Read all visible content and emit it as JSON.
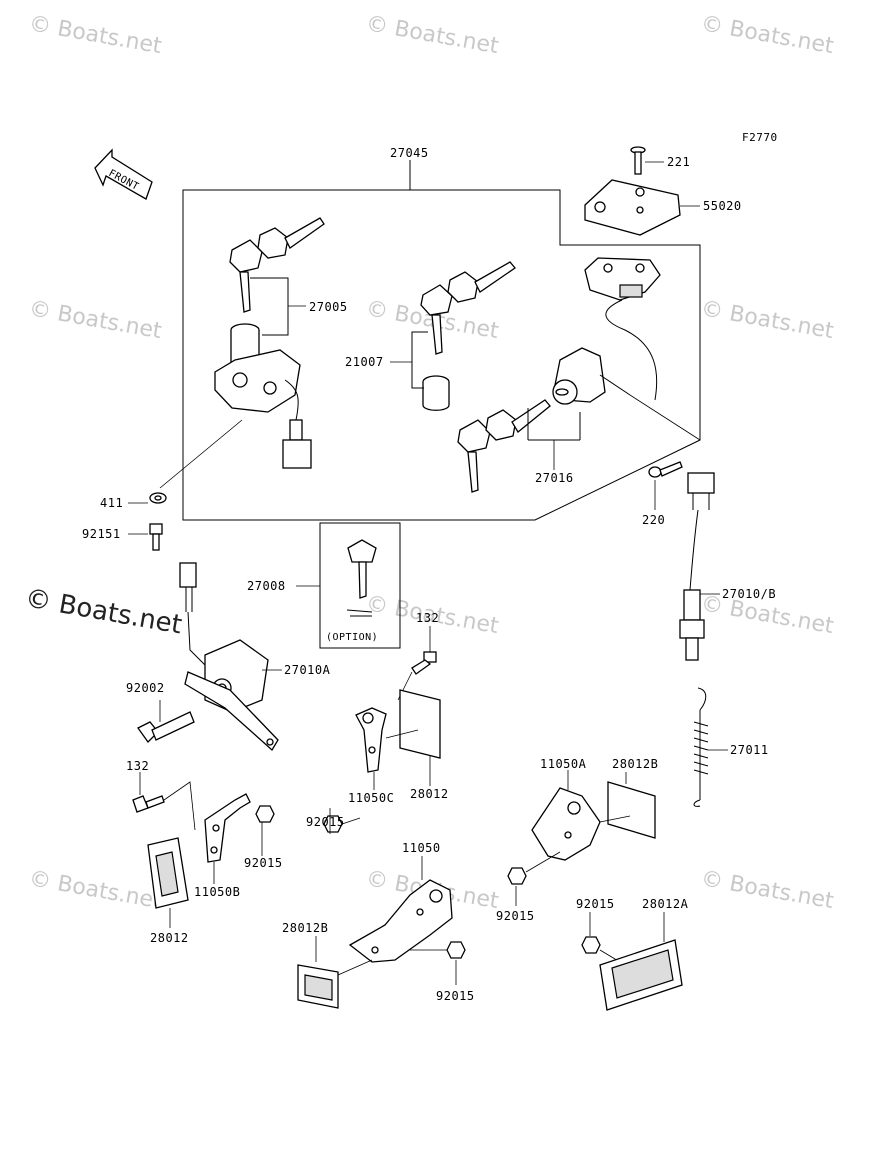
{
  "figure_code": "F2770",
  "front_arrow_label": "FRONT",
  "option_label": "(OPTION)",
  "watermark": {
    "text": "© Boats.net",
    "prominent_text": "© Boats.net"
  },
  "callouts": {
    "c27045": "27045",
    "c221": "221",
    "c55020": "55020",
    "c27005": "27005",
    "c21007": "21007",
    "c27016": "27016",
    "c411": "411",
    "c92151": "92151",
    "c220": "220",
    "c27008": "27008",
    "c27010b": "27010/B",
    "c132a": "132",
    "c27010a": "27010A",
    "c92002": "92002",
    "c11050c": "11050C",
    "c28012a_mid": "28012",
    "c92015a": "92015",
    "c27011": "27011",
    "c132b": "132",
    "c11050a": "11050A",
    "c28012b_r": "28012B",
    "c92015b": "92015",
    "c11050b": "11050B",
    "c28012_l": "28012",
    "c11050": "11050",
    "c92015c": "92015",
    "c28012b_bl": "28012B",
    "c92015d": "92015",
    "c92015e": "92015",
    "c28012a": "28012A"
  },
  "colors": {
    "line": "#000000",
    "watermark": "#c8c8c8",
    "background": "#ffffff"
  }
}
